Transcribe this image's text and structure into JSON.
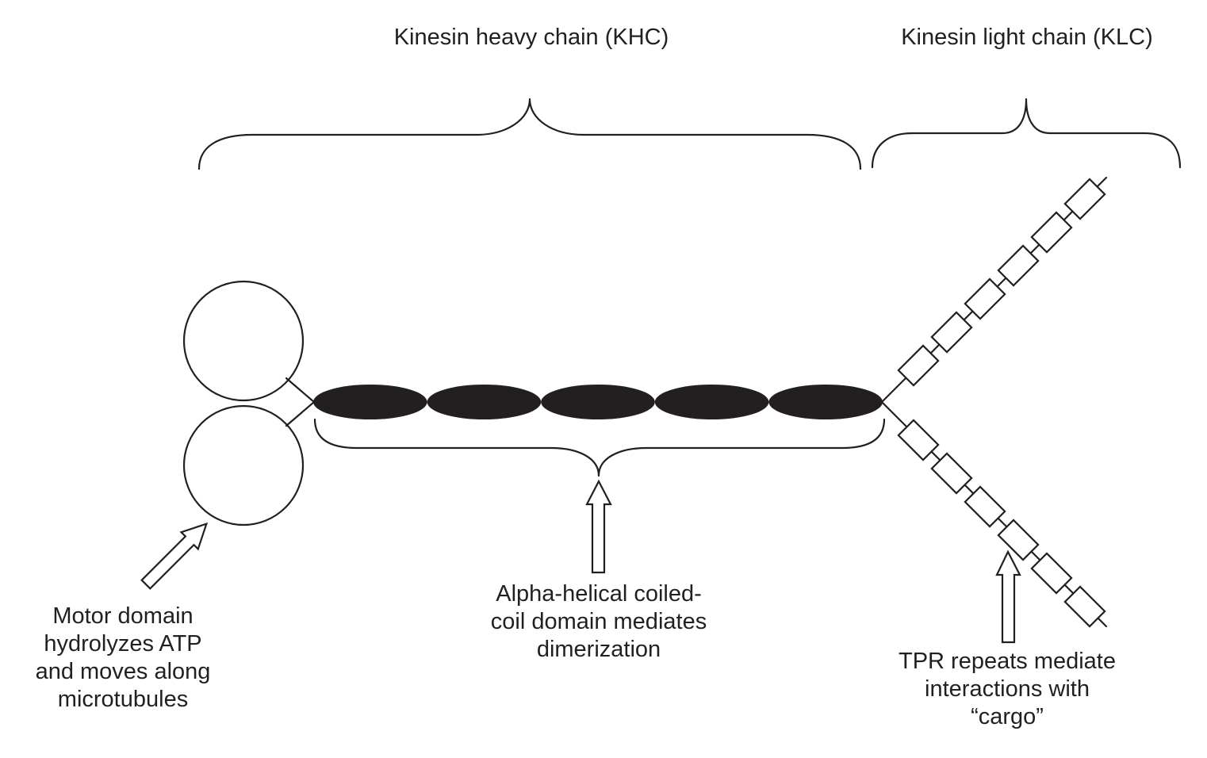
{
  "figure": {
    "subject": "Kinesin molecular structure",
    "colors": {
      "ink": "#231f20",
      "fill_dark": "#231f20",
      "background": "#ffffff"
    }
  },
  "titles": {
    "heavy_chain": "Kinesin heavy chain (KHC)",
    "light_chain": "Kinesin light chain (KLC)"
  },
  "domains": {
    "motor": {
      "name": "Motor domain",
      "head_count": 2
    },
    "coiled_coil": {
      "name": "Alpha-helical coiled-coil domain",
      "segment_count": 5
    },
    "tpr": {
      "name": "TPR repeats",
      "branches": 2,
      "repeats_per_branch": 6
    }
  },
  "annotations": {
    "motor": {
      "lines": [
        "Motor domain",
        "hydrolyzes ATP",
        "and moves along",
        "microtubules"
      ]
    },
    "coiled_coil": {
      "lines": [
        "Alpha-helical coiled-",
        "coil domain mediates",
        "dimerization"
      ]
    },
    "tpr": {
      "lines": [
        "TPR repeats mediate",
        "interactions with",
        "“cargo”"
      ]
    }
  }
}
